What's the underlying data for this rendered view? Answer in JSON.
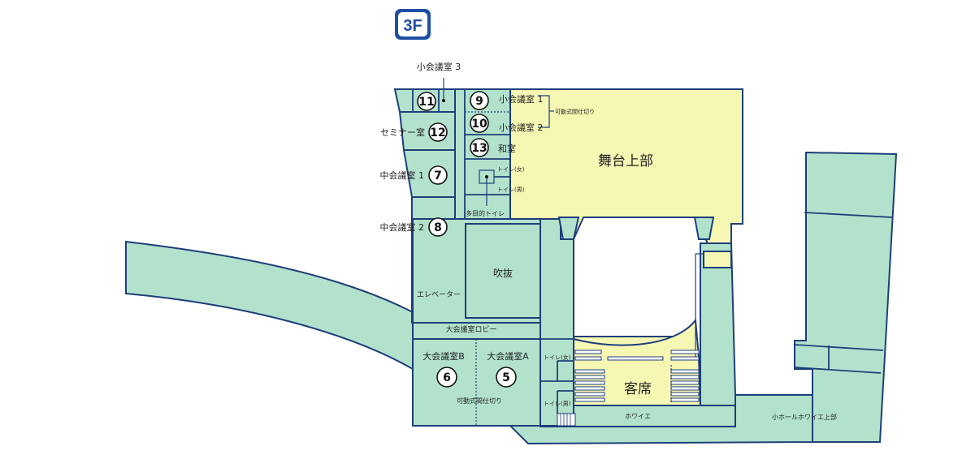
{
  "floor": {
    "label": "3F",
    "color": "#1e4fa3"
  },
  "colors": {
    "room_fill": "#b2e2cc",
    "stage_fill": "#f7f7b4",
    "outline": "#1d3f7a"
  },
  "rooms": {
    "r9": {
      "num": "9",
      "name": "小会議室 1"
    },
    "r10": {
      "num": "10",
      "name": "小会議室 2"
    },
    "r11": {
      "num": "11",
      "name": "小会議室 3"
    },
    "r12": {
      "num": "12",
      "name": "セミナー室"
    },
    "r13": {
      "num": "13",
      "name": "和室"
    },
    "r7": {
      "num": "7",
      "name": "中会議室 1"
    },
    "r8": {
      "num": "8",
      "name": "中会議室 2"
    },
    "r6": {
      "num": "6",
      "name": "大会議室B"
    },
    "r5": {
      "num": "5",
      "name": "大会議室A"
    }
  },
  "labels": {
    "partition_small": "可動式間仕切り",
    "partition_large": "可動式間仕切り",
    "toilet_women_upper": "トイレ(女)",
    "toilet_men_upper": "トイレ(男)",
    "multipurpose_toilet": "多目的トイレ",
    "stage_upper": "舞台上部",
    "atrium": "吹抜",
    "elevator": "エレベーター",
    "lobby": "大会議室ロビー",
    "toilet_women_lower": "トイレ(女)",
    "toilet_men_lower": "トイレ(男)",
    "seats": "客席",
    "foyer": "ホワイエ",
    "small_hall_foyer": "小ホールホワイエ上部"
  },
  "icons": {
    "floor_badge": "floor-badge-icon",
    "stairs": "stairs-icon"
  }
}
